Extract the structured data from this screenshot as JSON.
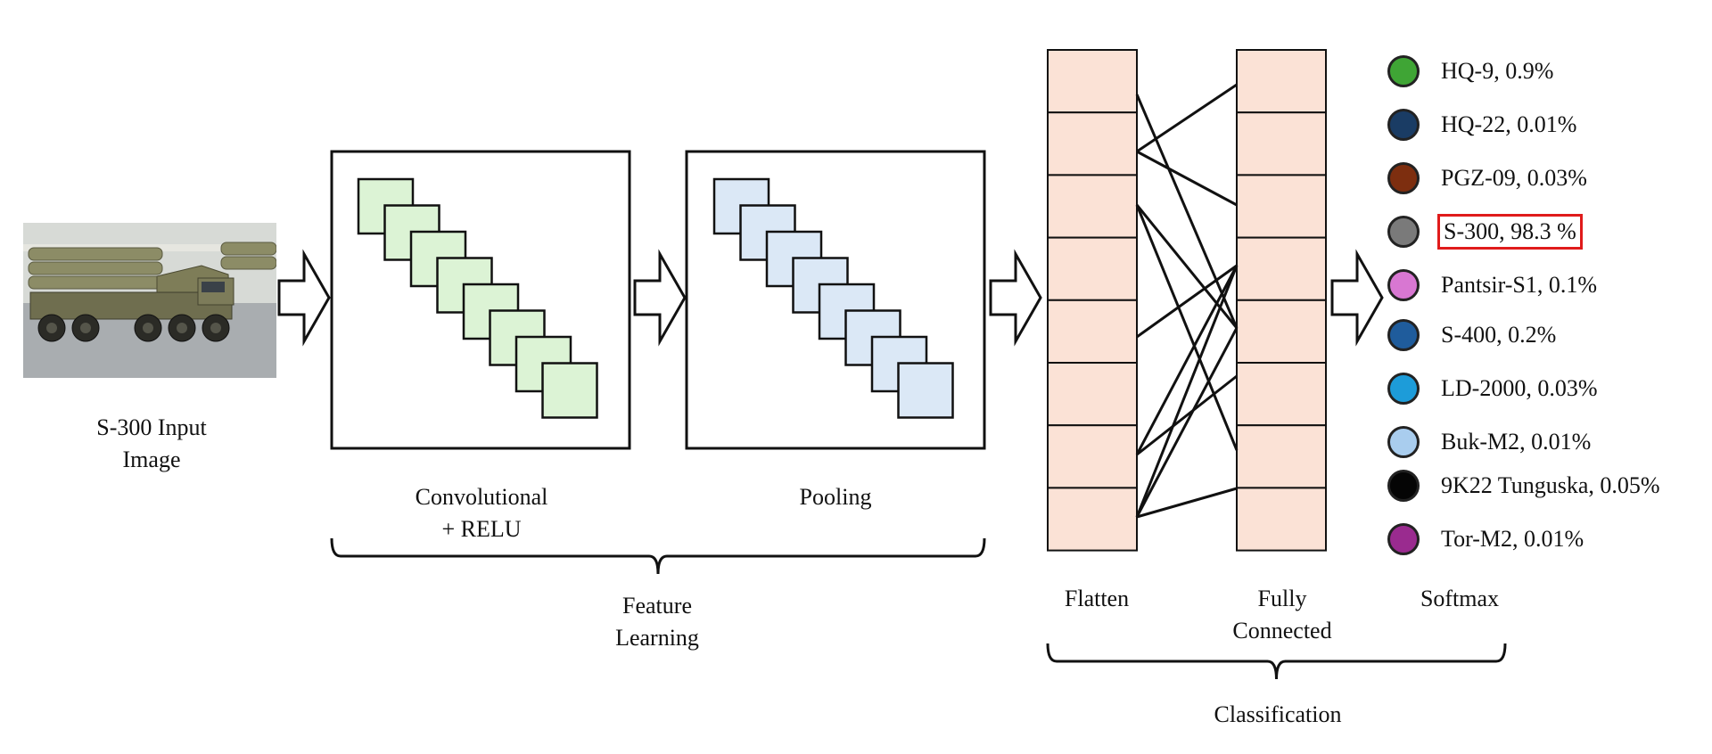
{
  "input": {
    "label_line1": "S-300 Input",
    "label_line2": "Image"
  },
  "stages": {
    "conv": {
      "line1": "Convolutional",
      "line2": "+ RELU"
    },
    "pool": {
      "line1": "Pooling"
    },
    "flatten": {
      "line1": "Flatten"
    },
    "fc": {
      "line1": "Fully",
      "line2": "Connected"
    },
    "softmax": {
      "line1": "Softmax"
    }
  },
  "groups": {
    "feature": {
      "line1": "Feature",
      "line2": "Learning"
    },
    "classification": {
      "line1": "Classification"
    }
  },
  "outputs": [
    {
      "label": "HQ-9, 0.9%",
      "color": "#3fa535",
      "highlight": false
    },
    {
      "label": "HQ-22, 0.01%",
      "color": "#1a3c64",
      "highlight": false
    },
    {
      "label": "PGZ-09, 0.03%",
      "color": "#7d2e0f",
      "highlight": false
    },
    {
      "label": "S-300, 98.3 %",
      "color": "#7a7a7a",
      "highlight": true
    },
    {
      "label": "Pantsir-S1, 0.1%",
      "color": "#d877d2",
      "highlight": false
    },
    {
      "label": "S-400, 0.2%",
      "color": "#1f5c9c",
      "highlight": false
    },
    {
      "label": "LD-2000, 0.03%",
      "color": "#1d9cd9",
      "highlight": false
    },
    {
      "label": "Buk-M2, 0.01%",
      "color": "#a9cdee",
      "highlight": false
    },
    {
      "label": "9K22 Tunguska, 0.05%",
      "color": "#050505",
      "highlight": false
    },
    {
      "label": "Tor-M2, 0.01%",
      "color": "#9a2b8f",
      "highlight": false
    }
  ],
  "colors": {
    "conv_map": "#dcf3d5",
    "pool_map": "#dbe8f6",
    "neuron": "#fbe2d6",
    "highlight_box": "#e01b1b"
  }
}
